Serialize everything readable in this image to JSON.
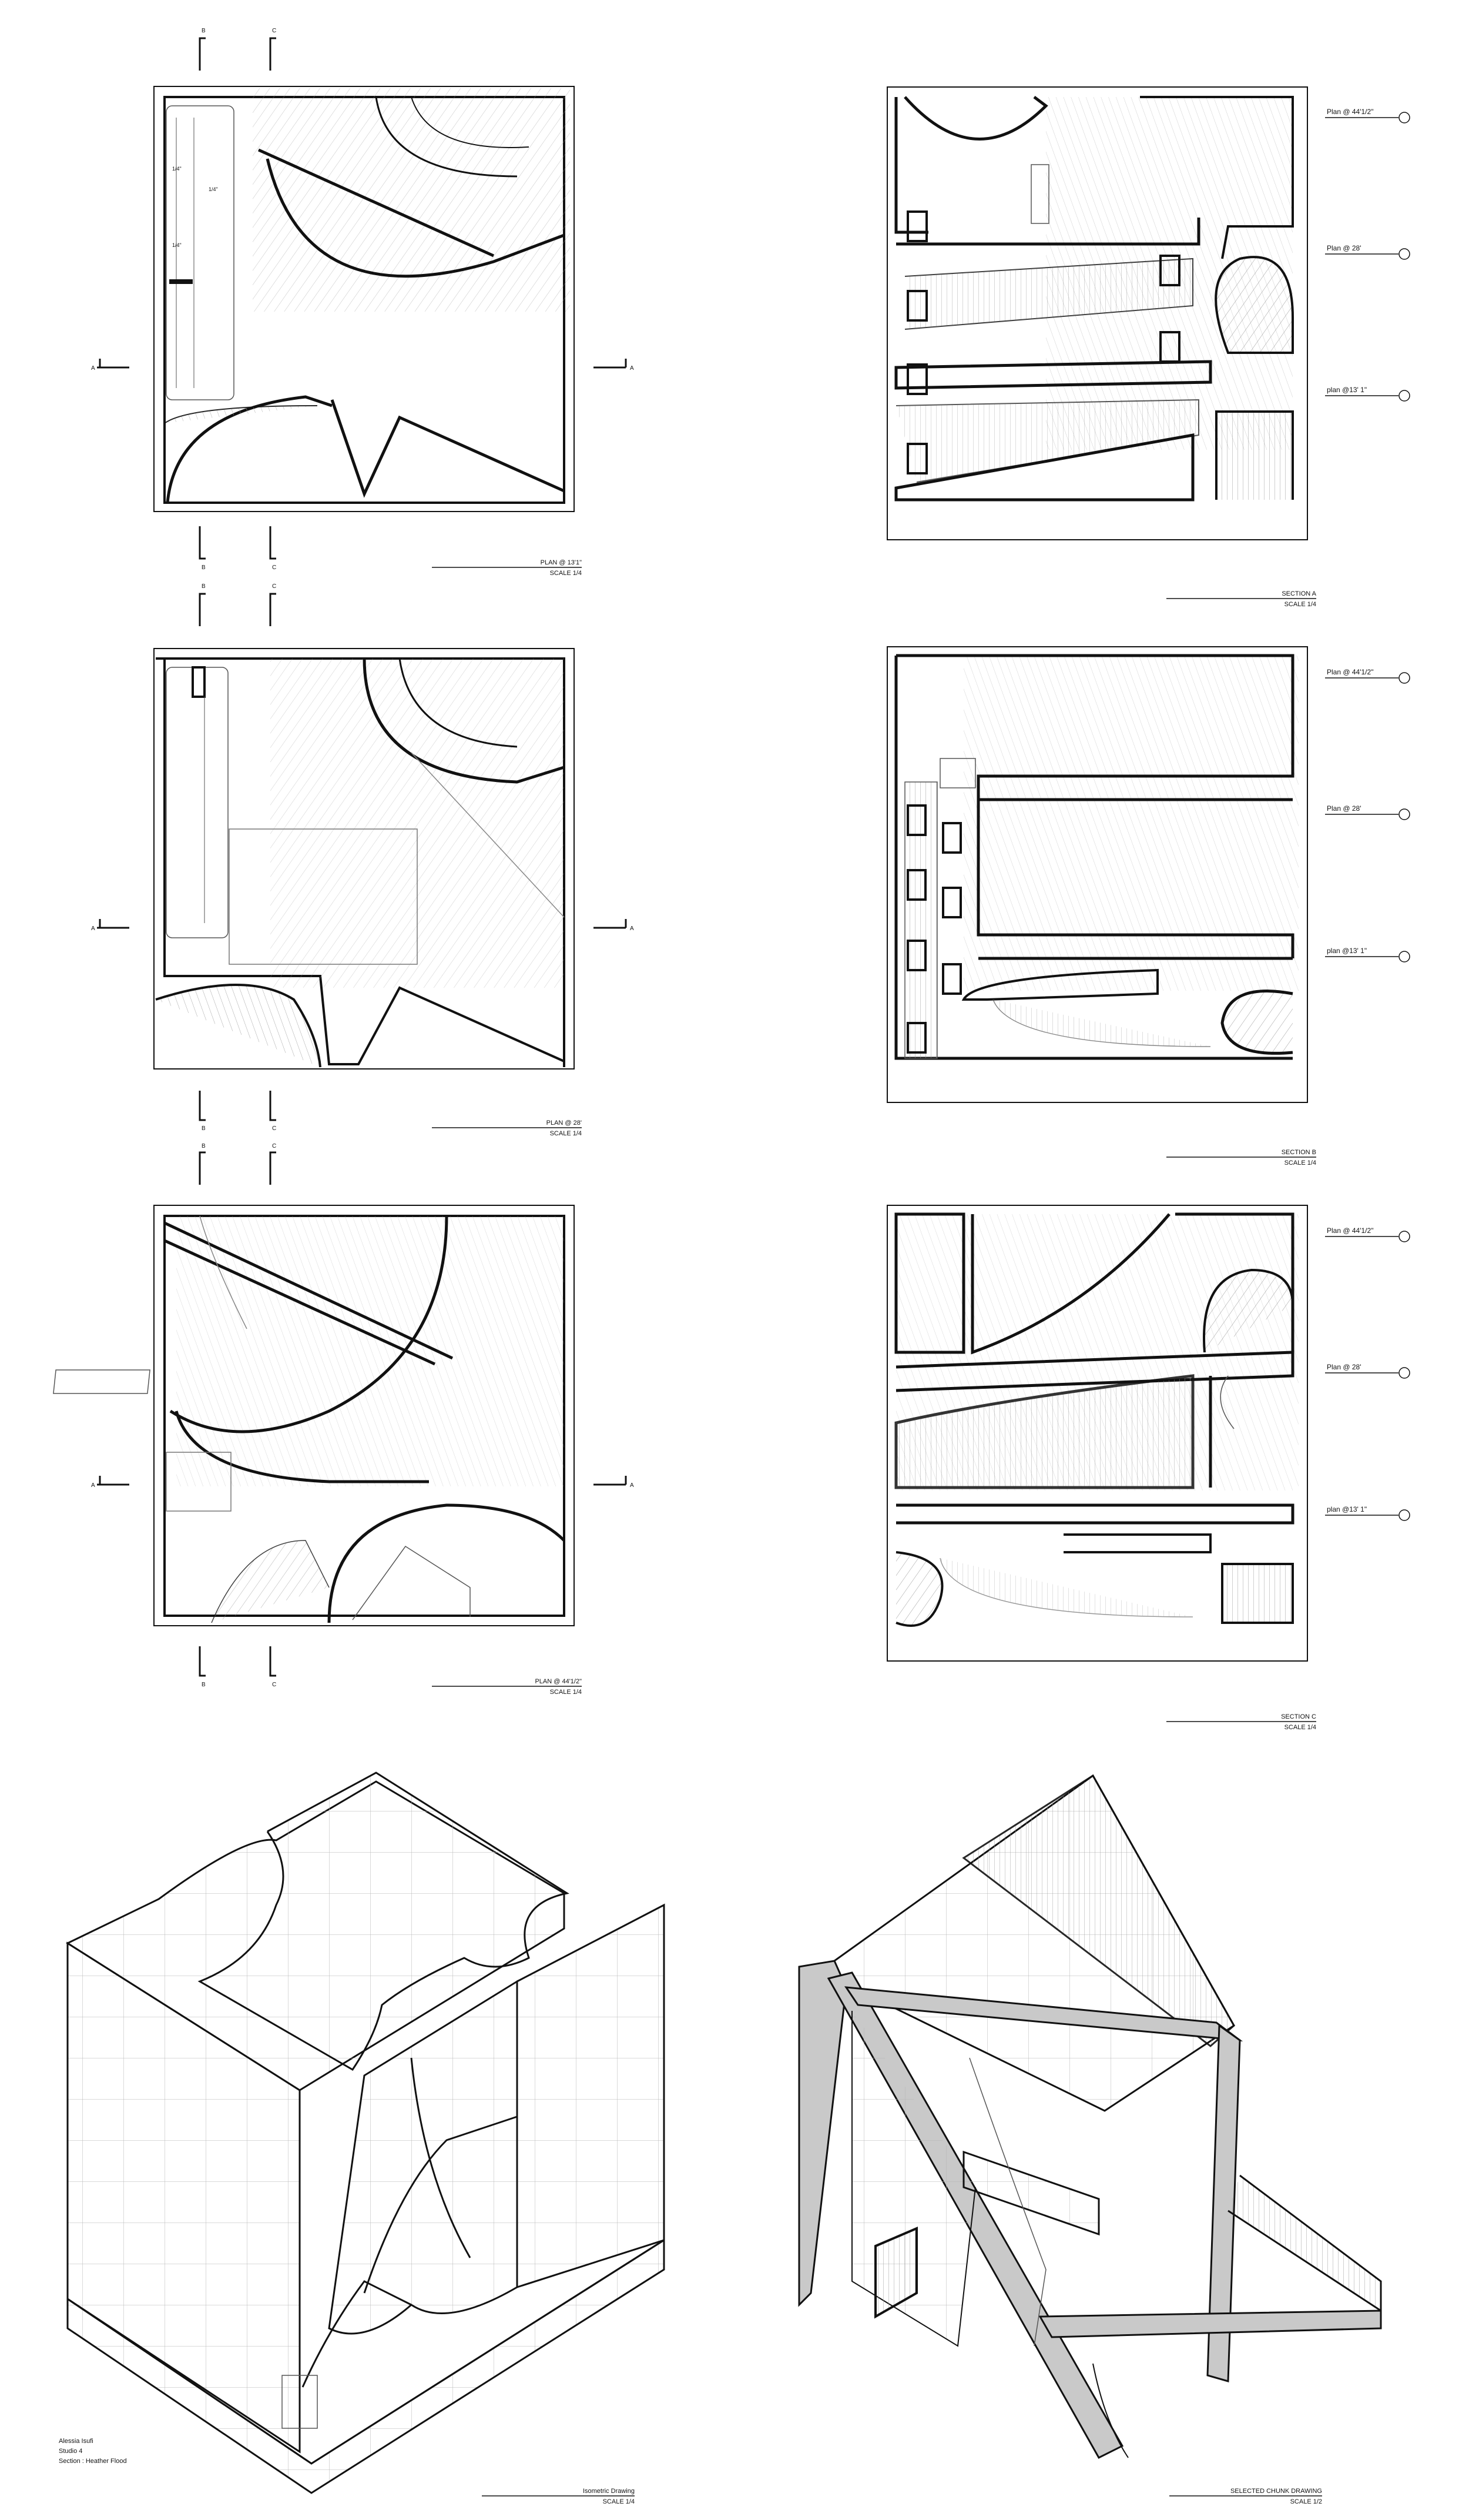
{
  "plans": [
    {
      "title": "PLAN @ 13'1\"",
      "scale": "SCALE 1/4",
      "markers": [
        "B",
        "C"
      ],
      "cut": [
        "A",
        "A"
      ]
    },
    {
      "title": "PLAN @ 28'",
      "scale": "SCALE 1/4",
      "markers": [
        "B",
        "C"
      ],
      "cut": [
        "A",
        "A"
      ]
    },
    {
      "title": "PLAN @ 44'1/2\"",
      "scale": "SCALE 1/4",
      "markers": [
        "B",
        "C"
      ],
      "cut": [
        "A",
        "A"
      ]
    }
  ],
  "plan_dims": [
    "1/4\"",
    "1/4\"",
    "1/4\""
  ],
  "sections": [
    {
      "title": "SECTION A",
      "scale": "SCALE 1/4",
      "levels": [
        "Plan @ 44'1/2\"",
        "Plan @ 28'",
        "plan @13' 1\""
      ]
    },
    {
      "title": "SECTION B",
      "scale": "SCALE 1/4",
      "levels": [
        "Plan @ 44'1/2\"",
        "Plan @ 28'",
        "plan @13' 1\""
      ]
    },
    {
      "title": "SECTION C",
      "scale": "SCALE 1/4",
      "levels": [
        "Plan @ 44'1/2\"",
        "Plan @ 28'",
        "plan @13' 1\""
      ]
    }
  ],
  "axon_left": {
    "title": "Isometric Drawing",
    "scale": "SCALE 1/4"
  },
  "axon_right": {
    "title": "SELECTED CHUNK DRAWING",
    "scale": "SCALE 1/2"
  },
  "credits": [
    "Alessia Isufi",
    "Studio 4",
    "Section : Heather Flood"
  ],
  "colors": {
    "line": "#111111",
    "hatch": "#9a9a9a",
    "fill_grey": "#c9c9c9"
  }
}
